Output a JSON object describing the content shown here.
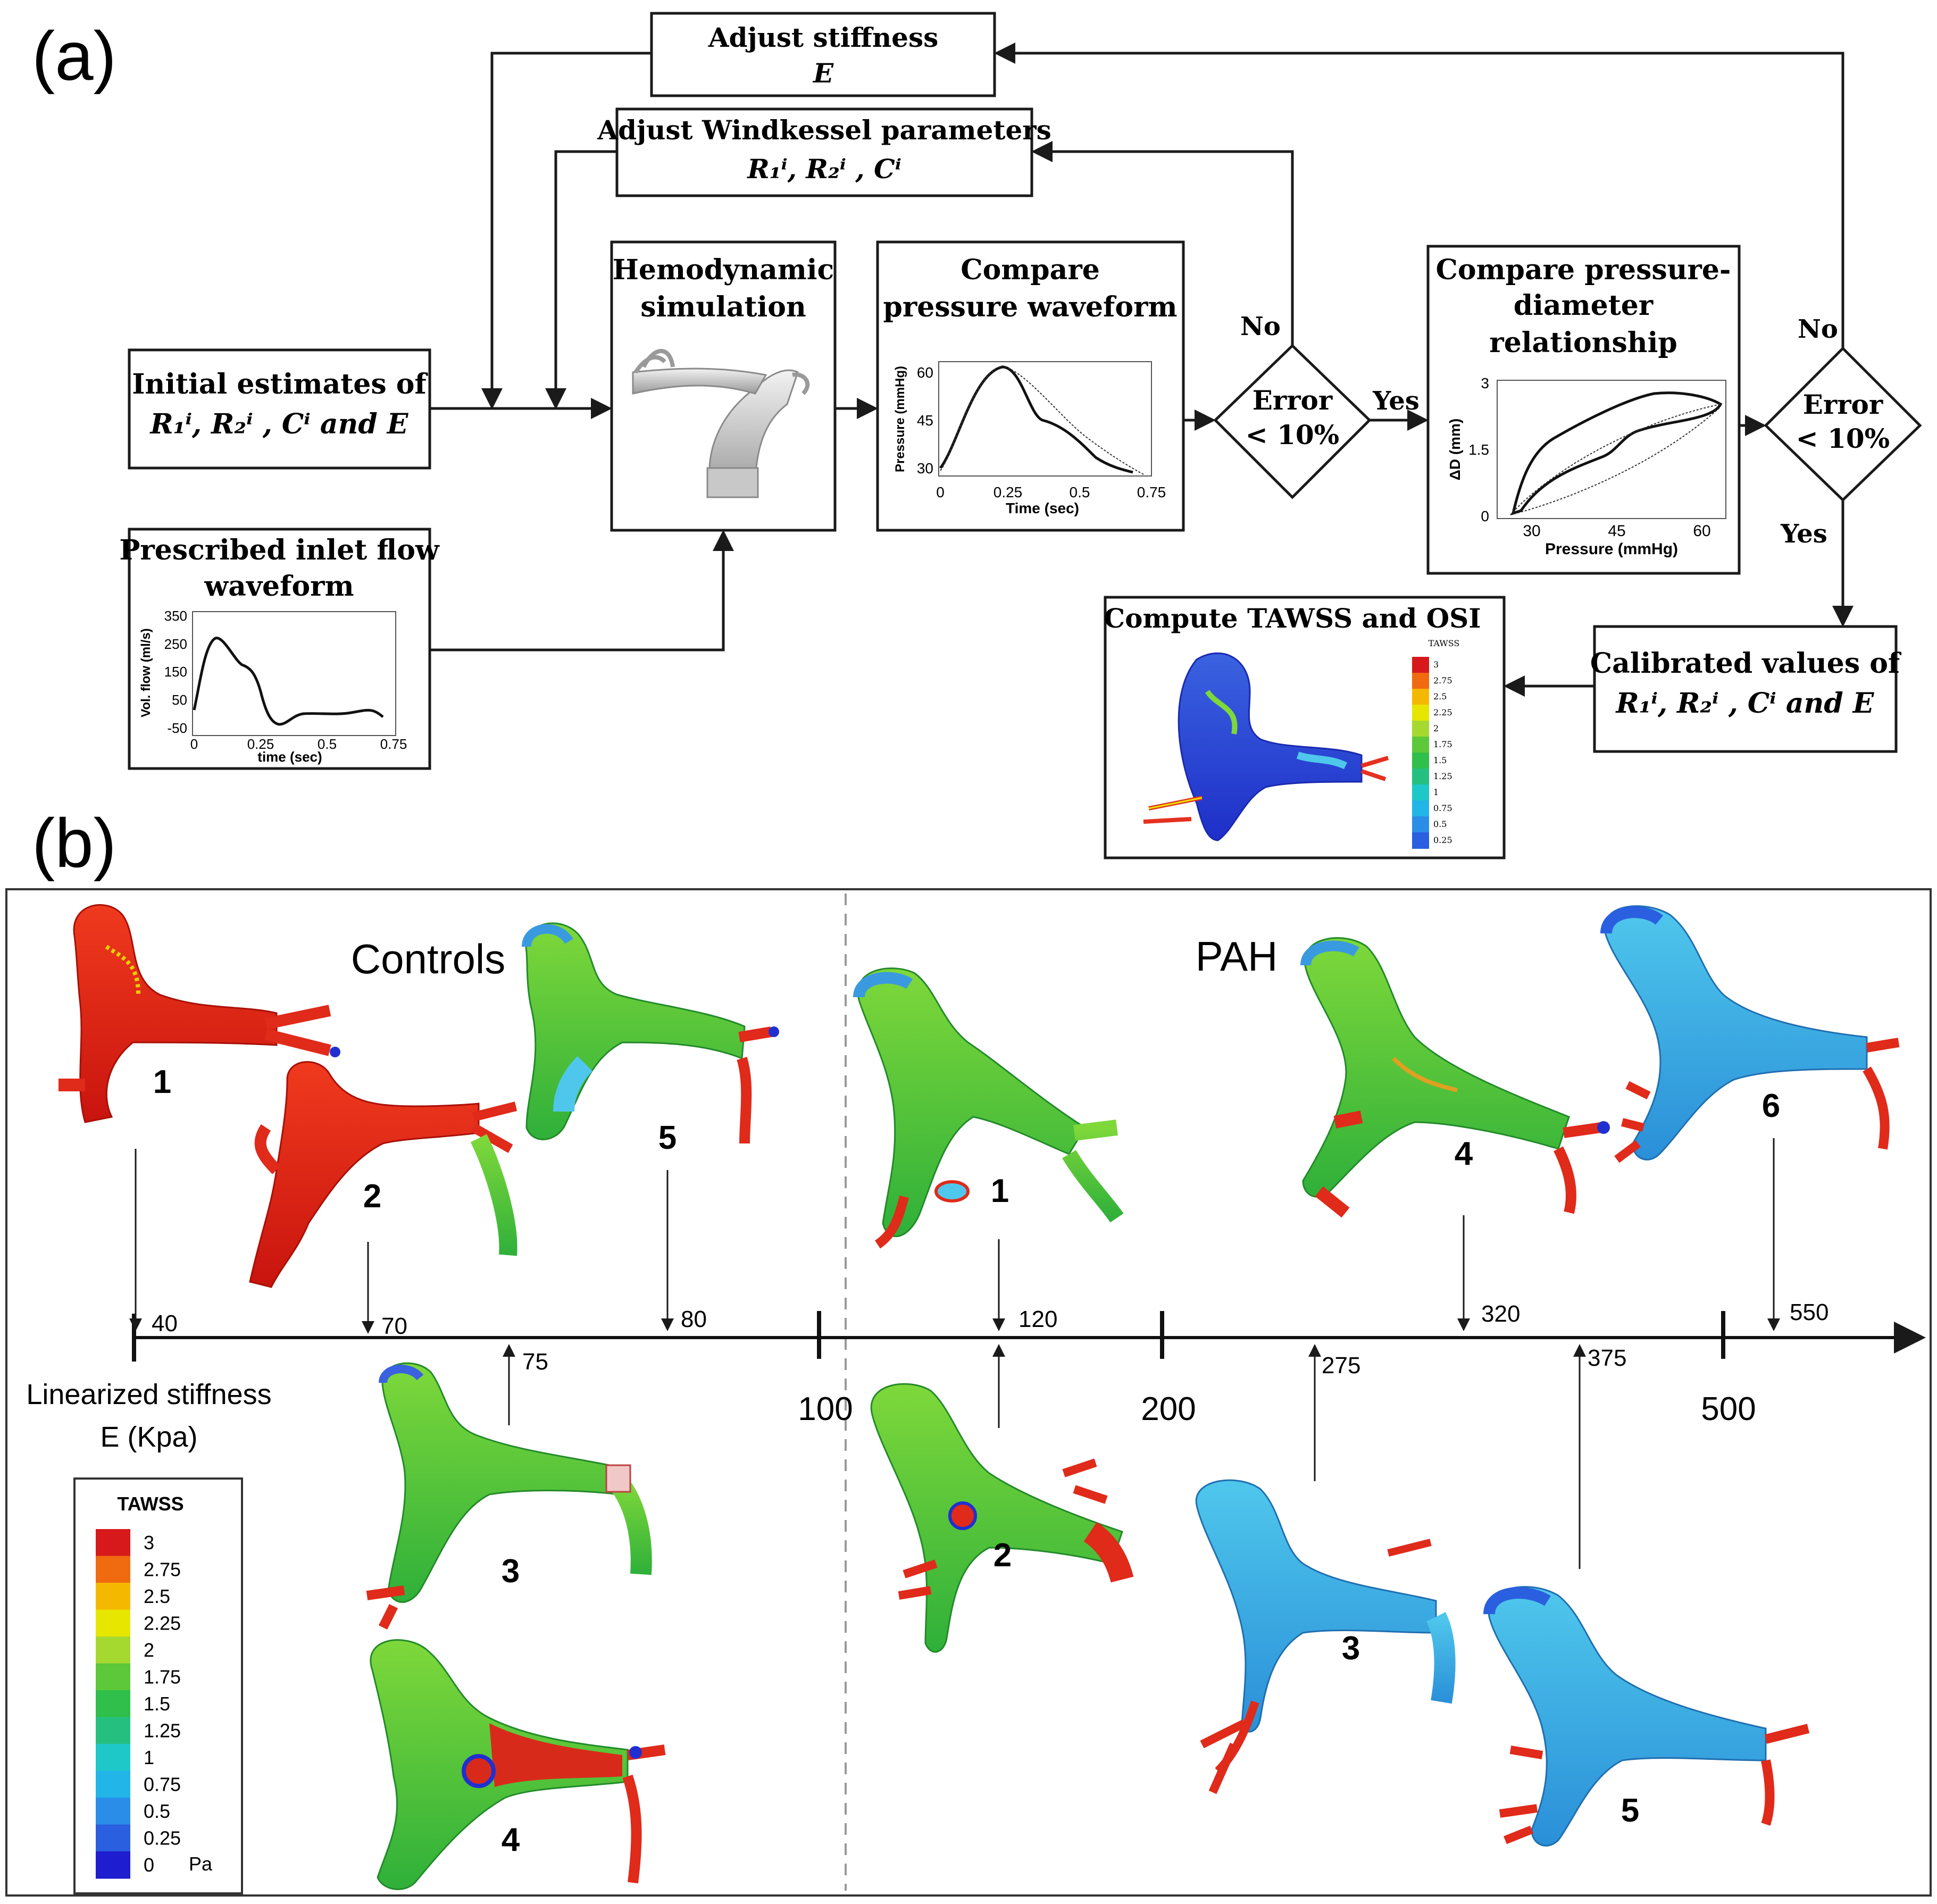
{
  "panel_a": {
    "label": "(a)",
    "adjust_stiffness": {
      "line1": "Adjust stiffness",
      "line2": "E"
    },
    "adjust_windkessel": {
      "line1": "Adjust Windkessel parameters",
      "line2": "R₁ⁱ,  R₂ⁱ , Cⁱ"
    },
    "initial_estimates": {
      "line1": "Initial estimates of",
      "line2": "R₁ⁱ,  R₂ⁱ , Cⁱ and E"
    },
    "hemodynamic": {
      "line1": "Hemodynamic",
      "line2": "simulation"
    },
    "compare_pressure": {
      "line1": "Compare",
      "line2": "pressure waveform"
    },
    "decision1": {
      "line1": "Error",
      "line2": "< 10%",
      "no": "No",
      "yes": "Yes"
    },
    "compare_pd": {
      "line1": "Compare pressure-",
      "line2": "diameter",
      "line3": "relationship"
    },
    "decision2": {
      "line1": "Error",
      "line2": "< 10%",
      "no": "No",
      "yes": "Yes"
    },
    "prescribed": {
      "line1": "Prescribed inlet flow",
      "line2": "waveform"
    },
    "compute": {
      "title": "Compute TAWSS and OSI",
      "legend_title": "TAWSS"
    },
    "calibrated": {
      "line1": "Calibrated values of",
      "line2": "R₁ⁱ,  R₂ⁱ , Cⁱ and E"
    },
    "pressure_plot": {
      "ylabel": "Pressure (mmHg)",
      "xlabel": "Time (sec)",
      "yticks": [
        "30",
        "45",
        "60"
      ],
      "xticks": [
        "0",
        "0.25",
        "0.5",
        "0.75"
      ]
    },
    "pd_plot": {
      "ylabel": "ΔD (mm)",
      "xlabel": "Pressure (mmHg)",
      "yticks": [
        "0",
        "1.5",
        "3"
      ],
      "xticks": [
        "30",
        "45",
        "60"
      ]
    },
    "flow_plot": {
      "ylabel": "Vol. flow (ml/s)",
      "xlabel": "time (sec)",
      "yticks": [
        "-50",
        "50",
        "150",
        "250",
        "350"
      ],
      "xticks": [
        "0",
        "0.25",
        "0.5",
        "0.75"
      ]
    },
    "mini_legend_ticks": [
      "3",
      "2.75",
      "2.5",
      "2.25",
      "2",
      "1.75",
      "1.5",
      "1.25",
      "1",
      "0.75",
      "0.5",
      "0.25"
    ]
  },
  "panel_b": {
    "label": "(b)",
    "controls_label": "Controls",
    "pah_label": "PAH",
    "axis_title_line1": "Linearized stiffness",
    "axis_title_line2": "E (Kpa)",
    "axis_ticks": [
      "100",
      "200",
      "500"
    ],
    "stiffness_values": [
      "40",
      "70",
      "80",
      "75",
      "120",
      "320",
      "550",
      "275",
      "375"
    ],
    "model_numbers": [
      "1",
      "2",
      "5",
      "3",
      "4",
      "1",
      "4",
      "6",
      "2",
      "3",
      "5"
    ],
    "legend": {
      "title": "TAWSS",
      "ticks": [
        "3",
        "2.75",
        "2.5",
        "2.25",
        "2",
        "1.75",
        "1.5",
        "1.25",
        "1",
        "0.75",
        "0.5",
        "0.25",
        "0"
      ],
      "unit": "Pa",
      "colors": [
        "#d7191c",
        "#f06a10",
        "#f5b800",
        "#e6e600",
        "#a6d930",
        "#5cc83a",
        "#2fbf4a",
        "#25c080",
        "#1ec8c8",
        "#22b5e8",
        "#2a8ee8",
        "#2a5fe0",
        "#1e1ed0"
      ]
    }
  }
}
